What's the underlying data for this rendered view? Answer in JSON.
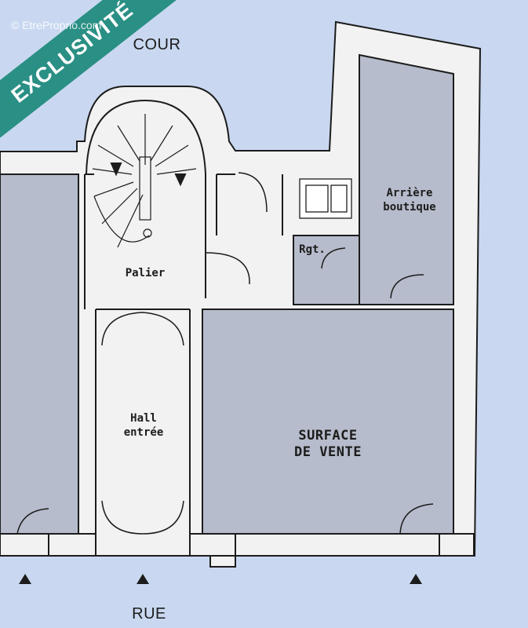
{
  "banner": {
    "text": "EXCLUSIVITÉ",
    "color": "#2a8f84"
  },
  "watermark": {
    "text": "© EtreProprio.com"
  },
  "labels": {
    "cour": "COUR",
    "rue": "RUE",
    "palier": "Palier",
    "hall_line1": "Hall",
    "hall_line2": "entrée",
    "arriere_line1": "Arrière",
    "arriere_line2": "boutique",
    "rgt": "Rgt.",
    "surface_line1": "SURFACE",
    "surface_line2": "DE VENTE"
  },
  "colors": {
    "background": "#c9d8f0",
    "wall": "#f2f2f2",
    "room_fill": "#b6bccb",
    "line": "#1c1c1c"
  }
}
